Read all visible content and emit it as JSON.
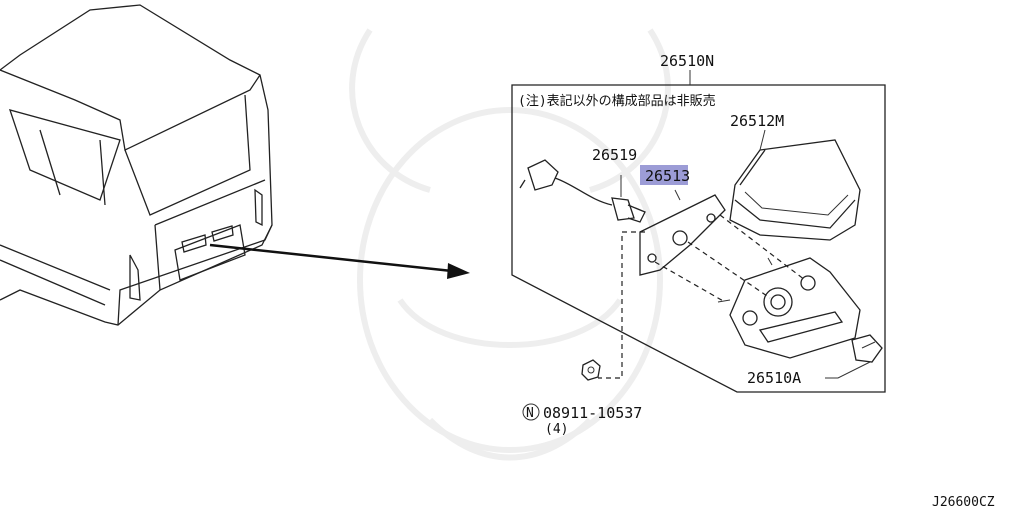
{
  "callouts": {
    "assembly": "26510N",
    "note": "(注)表記以外の構成部品は非販売",
    "lens": "26512M",
    "socket": "26519",
    "gasket": "26513",
    "housing": "26510A",
    "nut": "08911-10537",
    "nut_symbol": "N",
    "nut_qty": "(4)"
  },
  "diagram_code": "J26600CZ",
  "colors": {
    "highlight": "#9c9cd6",
    "line": "#222222"
  }
}
